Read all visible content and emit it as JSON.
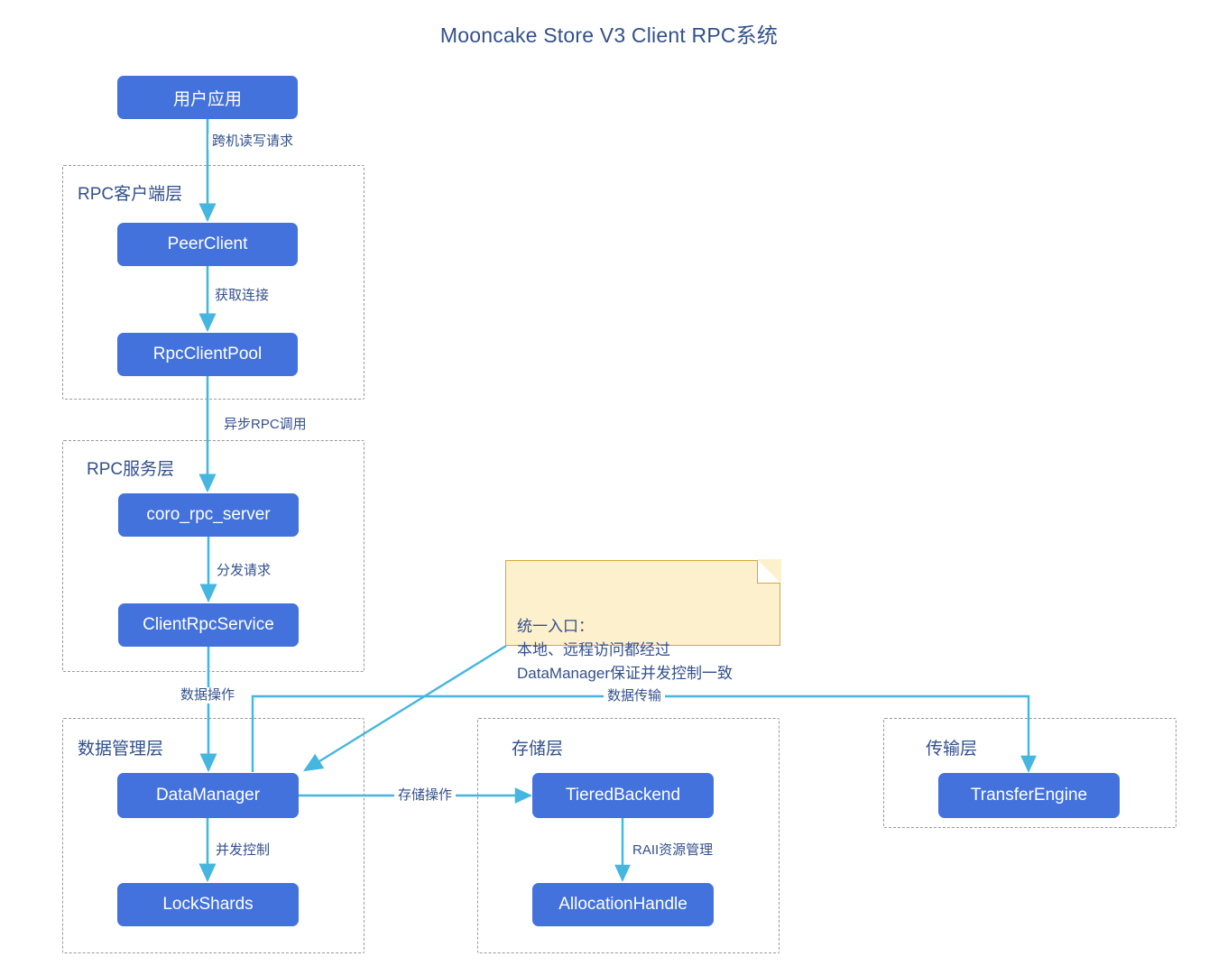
{
  "diagram": {
    "title": "Mooncake Store V3 Client RPC系统",
    "accent_node_color": "#4472dc",
    "edge_color": "#45b6e0",
    "text_color": "#33508c",
    "cluster_border_color": "#9a9a9a",
    "note_bg_color": "#fdf0cd",
    "note_border_color": "#d4a93a"
  },
  "clusters": [
    {
      "id": "rpc-client",
      "label": "RPC客户端层"
    },
    {
      "id": "rpc-service",
      "label": "RPC服务层"
    },
    {
      "id": "data-mgmt",
      "label": "数据管理层"
    },
    {
      "id": "storage",
      "label": "存储层"
    },
    {
      "id": "transport",
      "label": "传输层"
    }
  ],
  "nodes": [
    {
      "id": "user-app",
      "label": "用户应用"
    },
    {
      "id": "peer-client",
      "label": "PeerClient"
    },
    {
      "id": "rpc-client-pool",
      "label": "RpcClientPool"
    },
    {
      "id": "coro-rpc-server",
      "label": "coro_rpc_server"
    },
    {
      "id": "client-rpc-service",
      "label": "ClientRpcService"
    },
    {
      "id": "data-manager",
      "label": "DataManager"
    },
    {
      "id": "lock-shards",
      "label": "LockShards"
    },
    {
      "id": "tiered-backend",
      "label": "TieredBackend"
    },
    {
      "id": "allocation-handle",
      "label": "AllocationHandle"
    },
    {
      "id": "transfer-engine",
      "label": "TransferEngine"
    }
  ],
  "edges": [
    {
      "id": "e1",
      "from": "user-app",
      "to": "peer-client",
      "label": "跨机读写请求"
    },
    {
      "id": "e2",
      "from": "peer-client",
      "to": "rpc-client-pool",
      "label": "获取连接"
    },
    {
      "id": "e3",
      "from": "rpc-client-pool",
      "to": "coro-rpc-server",
      "label": "异步RPC调用"
    },
    {
      "id": "e4",
      "from": "coro-rpc-server",
      "to": "client-rpc-service",
      "label": "分发请求"
    },
    {
      "id": "e5",
      "from": "client-rpc-service",
      "to": "data-manager",
      "label": "数据操作"
    },
    {
      "id": "e6",
      "from": "data-manager",
      "to": "lock-shards",
      "label": "并发控制"
    },
    {
      "id": "e7",
      "from": "data-manager",
      "to": "tiered-backend",
      "label": "存储操作"
    },
    {
      "id": "e8",
      "from": "tiered-backend",
      "to": "allocation-handle",
      "label": "RAII资源管理"
    },
    {
      "id": "e9",
      "from": "data-manager",
      "to": "transfer-engine",
      "label": "数据传输"
    }
  ],
  "note": {
    "id": "unified-entry-note",
    "text": "统一入口：\n本地、远程访问都经过\nDataManager保证并发控制一致",
    "attached_to": "data-manager"
  }
}
